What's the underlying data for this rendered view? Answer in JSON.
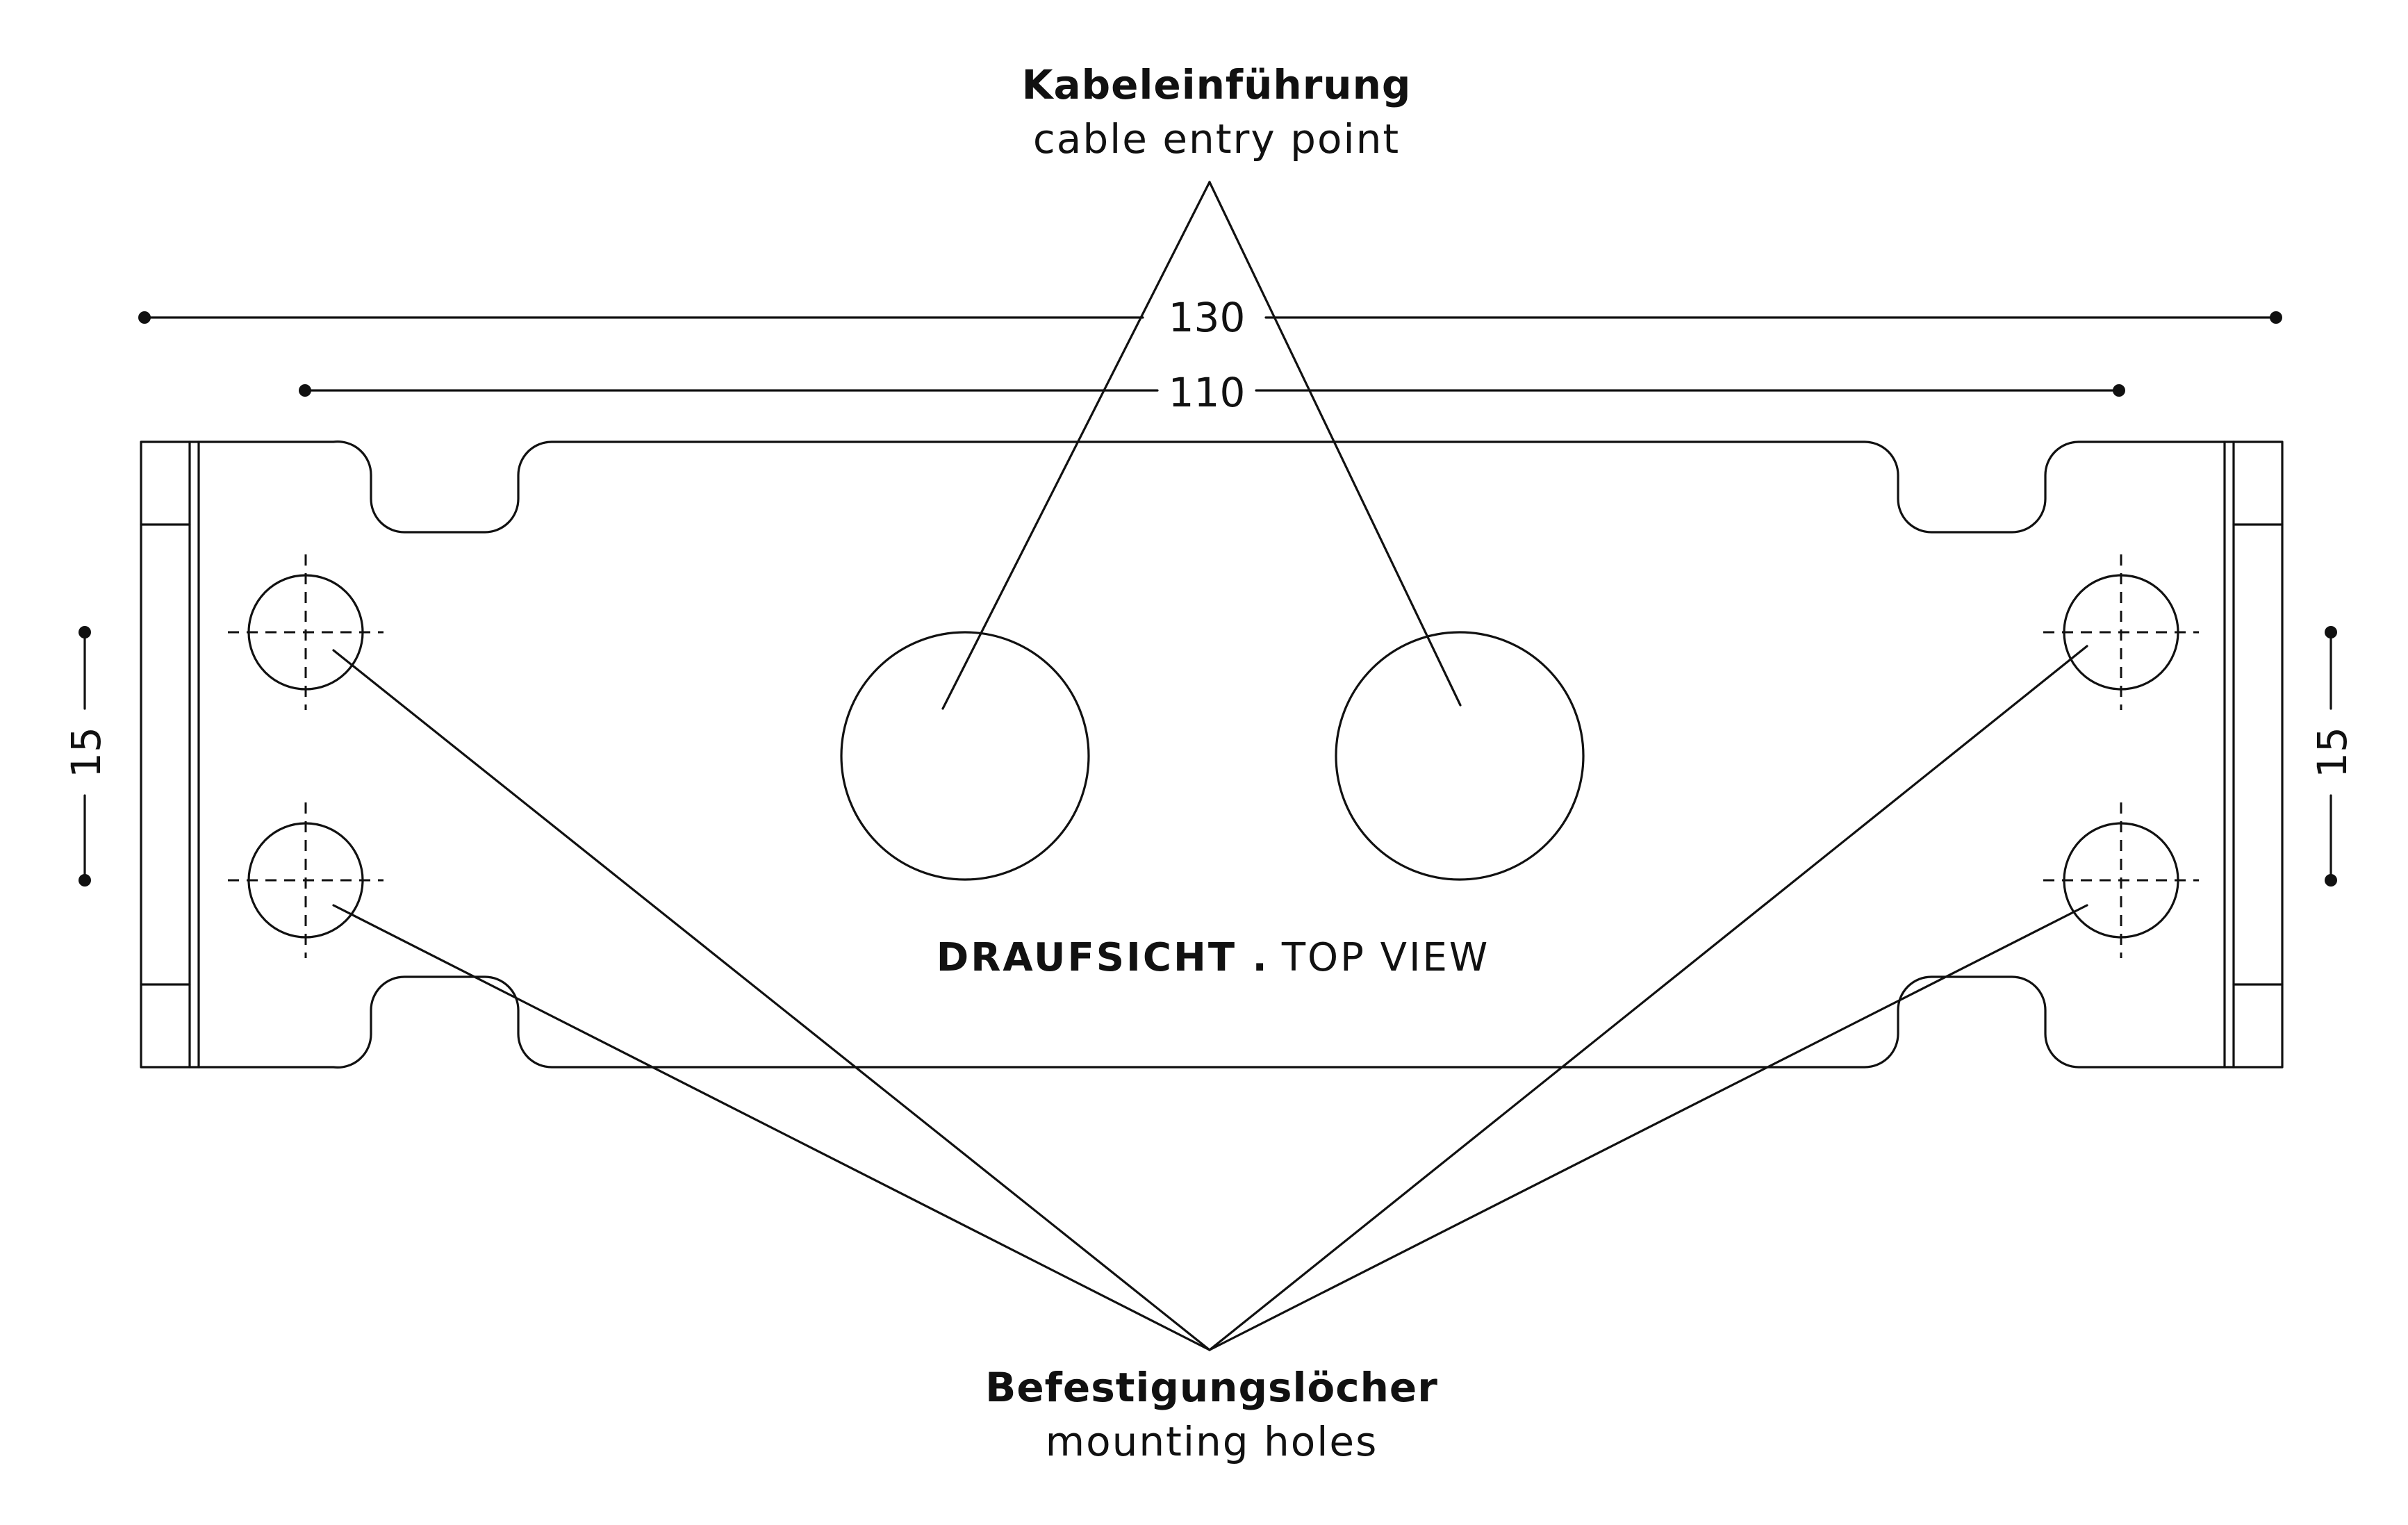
{
  "labels": {
    "cable_entry_de": "Kabeleinführung",
    "cable_entry_en": "cable entry point",
    "mounting_de": "Befestigungslöcher",
    "mounting_en": "mounting holes",
    "view_de": "DRAUFSICHT .",
    "view_en": "TOP VIEW"
  },
  "dimensions": {
    "overall_width": "130",
    "hole_spacing": "110",
    "left_pitch": "15",
    "right_pitch": "15"
  }
}
